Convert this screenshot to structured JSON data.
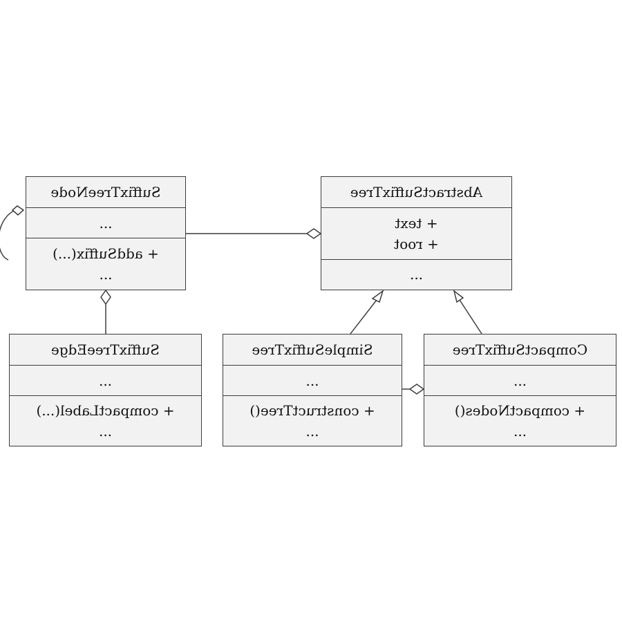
{
  "classes": {
    "suffix_tree_node": {
      "name": "SuffixTreeNode",
      "attributes": [
        "..."
      ],
      "methods": [
        "+ addSuffix(...)",
        "..."
      ]
    },
    "abstract_suffix_tree": {
      "name": "AbstractSuffixTree",
      "attributes": [
        "+ text",
        "+ root"
      ],
      "methods": [
        "..."
      ]
    },
    "suffix_tree_edge": {
      "name": "SuffixTreeEdge",
      "attributes": [
        "..."
      ],
      "methods": [
        "+ compactLabel(...)",
        "..."
      ]
    },
    "simple_suffix_tree": {
      "name": "SimpleSuffixTree",
      "attributes": [
        "..."
      ],
      "methods": [
        "+ constructTree()",
        "..."
      ]
    },
    "compact_suffix_tree": {
      "name": "CompactSuffixTree",
      "attributes": [
        "..."
      ],
      "methods": [
        "+ compactNodes()",
        "..."
      ]
    }
  },
  "relations": [
    {
      "type": "aggregation",
      "from": "suffix_tree_node",
      "to": "suffix_tree_node"
    },
    {
      "type": "aggregation",
      "from": "suffix_tree_node",
      "to": "abstract_suffix_tree"
    },
    {
      "type": "aggregation",
      "from": "suffix_tree_edge",
      "to": "suffix_tree_node"
    },
    {
      "type": "generalization",
      "from": "simple_suffix_tree",
      "to": "abstract_suffix_tree"
    },
    {
      "type": "generalization",
      "from": "compact_suffix_tree",
      "to": "abstract_suffix_tree"
    },
    {
      "type": "aggregation",
      "from": "simple_suffix_tree",
      "to": "compact_suffix_tree"
    }
  ],
  "colors": {
    "box_fill": "#f2f2f2",
    "stroke": "#3c3c3c",
    "text": "#111111"
  },
  "mirrored": true
}
